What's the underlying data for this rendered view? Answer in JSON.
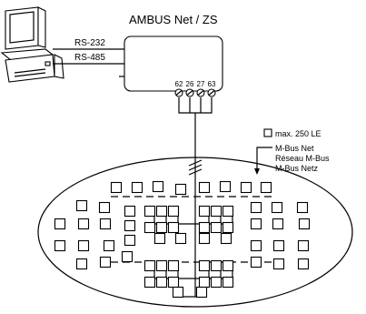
{
  "device": {
    "title": "AMBUS Net / ZS",
    "interfaces": [
      "RS-232",
      "RS-485"
    ],
    "terminals": [
      "62",
      "26",
      "27",
      "63"
    ]
  },
  "legend": {
    "box_label": "max. 250 LE"
  },
  "network": {
    "names": [
      "M-Bus Net",
      "Réseau M-Bus",
      "M-Bus Netz"
    ]
  },
  "colors": {
    "line": "#000000",
    "background": "#ffffff"
  },
  "icons": {
    "computer": "computer-icon",
    "unit": "meter-box-icon"
  }
}
